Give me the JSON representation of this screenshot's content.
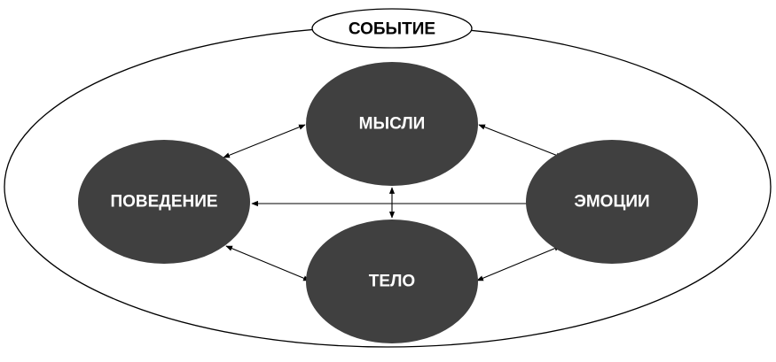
{
  "event": "СОБЫТИЕ",
  "nodes": {
    "thoughts": "МЫСЛИ",
    "behavior": "ПОВЕДЕНИЕ",
    "emotions": "ЭМОЦИИ",
    "body": "ТЕЛО"
  },
  "colors": {
    "node_fill": "#404040",
    "node_text": "#ffffff",
    "line": "#000000"
  }
}
